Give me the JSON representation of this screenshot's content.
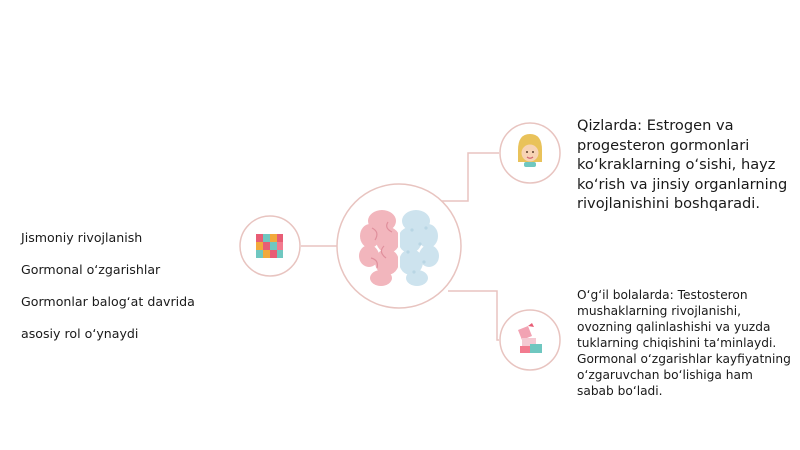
{
  "left_panel": {
    "lines": [
      "Jismoniy rivojlanish",
      "Gormonal o‘zgarishlar",
      "Gormonlar balog‘at davrida",
      "asosiy rol o‘ynaydi"
    ],
    "icon": "colorful-blocks-icon"
  },
  "center": {
    "icon": "brain-icon"
  },
  "girls_panel": {
    "text": "Qizlarda: Estrogen va progesteron gormonlari ko‘kraklarning o‘sishi, hayz ko‘rish va jinsiy organlarning rivojlanishini boshqaradi.",
    "icon": "girl-face-icon"
  },
  "boys_panel": {
    "text": "O‘g‘il bolalarda: Testosteron mushaklarning rivojlanishi, ovozning qalinlashishi va yuzda tuklarning chiqishini ta‘minlaydi.\nGormonal o‘zgarishlar kayfiyatning o‘zgaruvchan bo‘lishiga ham sabab bo‘ladi.",
    "icon": "gift-blocks-icon"
  },
  "colors": {
    "line": "#e8c4c0",
    "circle": "#e8c4c0",
    "brain_left": "#f2b6bd",
    "brain_right": "#cde3ee"
  }
}
